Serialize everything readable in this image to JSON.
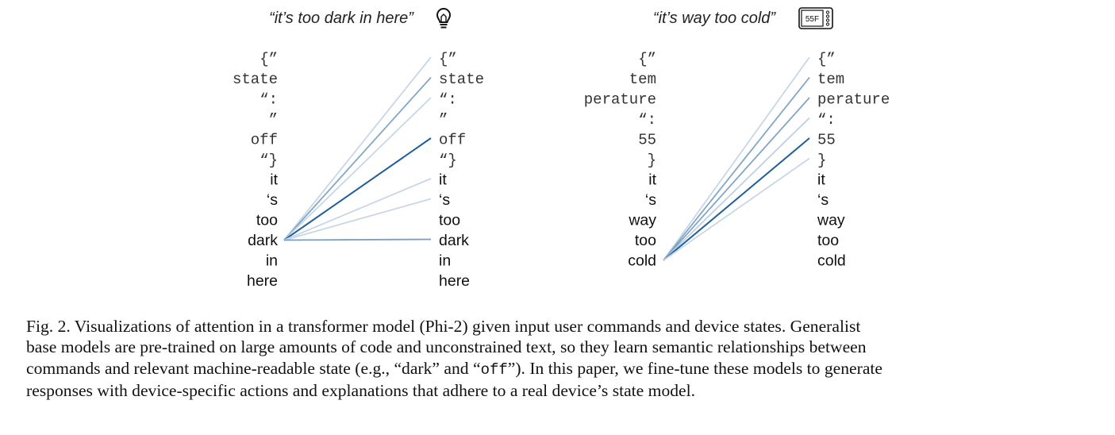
{
  "panels": [
    {
      "title": "“it’s too dark in here”",
      "icon": "lightbulb-icon",
      "source_index": 9,
      "tokens": [
        {
          "text": "{”",
          "code": true
        },
        {
          "text": "state",
          "code": true
        },
        {
          "text": "“:",
          "code": true
        },
        {
          "text": "”",
          "code": true
        },
        {
          "text": "off",
          "code": true
        },
        {
          "text": "“}",
          "code": true
        },
        {
          "text": "it",
          "code": false
        },
        {
          "text": "‘s",
          "code": false
        },
        {
          "text": "too",
          "code": false
        },
        {
          "text": "dark",
          "code": false
        },
        {
          "text": "in",
          "code": false
        },
        {
          "text": "here",
          "code": false
        }
      ],
      "attention": [
        0.15,
        0.5,
        0.15,
        0,
        1.0,
        0,
        0.15,
        0.15,
        0,
        0.55,
        0,
        0
      ]
    },
    {
      "title": "“it’s way too cold”",
      "icon": "thermostat-icon",
      "icon_label": "55F",
      "source_index": 10,
      "tokens": [
        {
          "text": "{”",
          "code": true
        },
        {
          "text": "tem",
          "code": true
        },
        {
          "text": "perature",
          "code": true
        },
        {
          "text": "“:",
          "code": true
        },
        {
          "text": "55",
          "code": true
        },
        {
          "text": "}",
          "code": true
        },
        {
          "text": "it",
          "code": false
        },
        {
          "text": "‘s",
          "code": false
        },
        {
          "text": "way",
          "code": false
        },
        {
          "text": "too",
          "code": false
        },
        {
          "text": "cold",
          "code": false
        }
      ],
      "attention": [
        0.15,
        0.5,
        0.5,
        0.2,
        1.0,
        0.15,
        0,
        0,
        0,
        0,
        0
      ]
    }
  ],
  "colors": {
    "strong": "#1f5f99",
    "weak": "#c8d4e4"
  },
  "caption": {
    "line1": "Fig. 2.  Visualizations of attention in a transformer model (Phi-2) given input user commands and device states. Generalist",
    "line2": "base models are pre-trained on large amounts of code and unconstrained text, so they learn semantic relationships between",
    "line3a": "commands and relevant machine-readable state (e.g., “dark” and “",
    "line3code": "off",
    "line3b": "”). In this paper, we fine-tune these models to generate",
    "line4": "responses with device-specific actions and explanations that adhere to a real device’s state model."
  }
}
